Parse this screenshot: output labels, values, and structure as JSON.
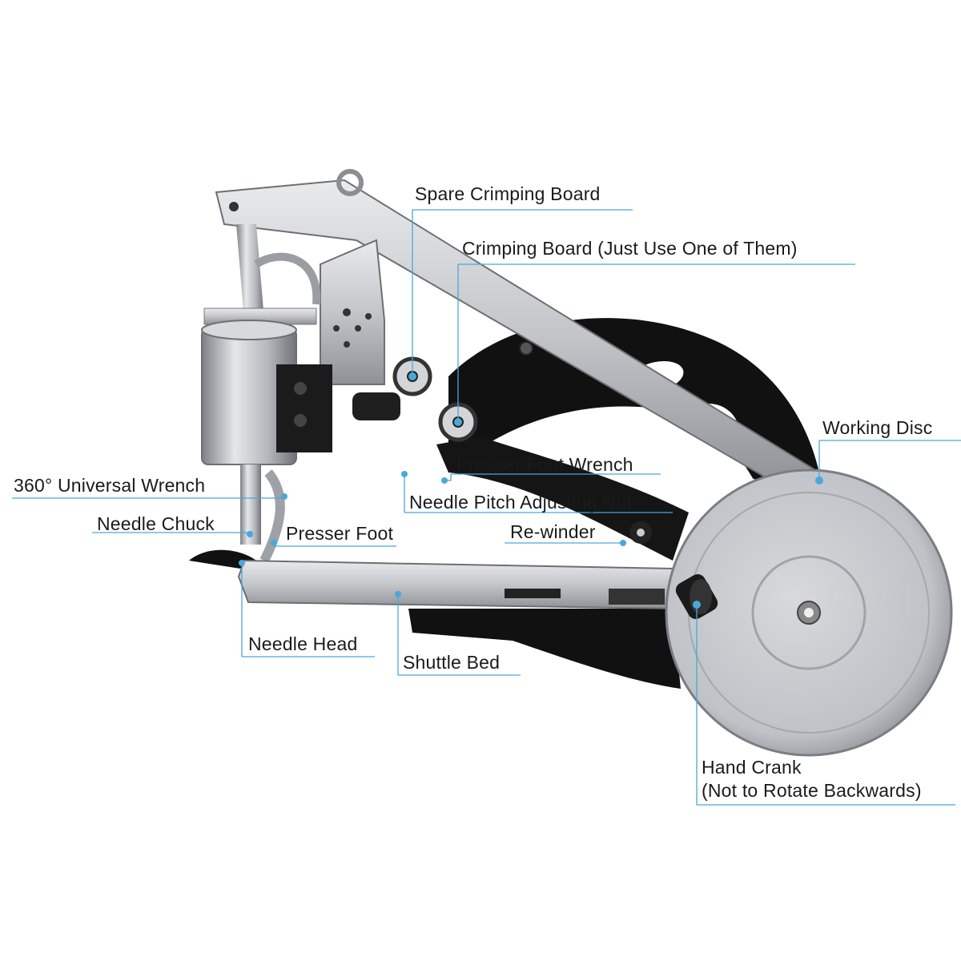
{
  "diagram": {
    "accent_color": "#4aa8d8",
    "labels": {
      "spare_crimping_board": "Spare Crimping Board",
      "crimping_board": "Crimping Board (Just Use One of Them)",
      "working_disc": "Working Disc",
      "presser_foot_wrench": "Presser Foot Wrench",
      "universal_wrench": "360° Universal Wrench",
      "needle_pitch_nut": "Needle Pitch Adjusting Nut",
      "needle_chuck": "Needle Chuck",
      "presser_foot": "Presser Foot",
      "re_winder": "Re-winder",
      "needle_head": "Needle Head",
      "shuttle_bed": "Shuttle Bed",
      "hand_crank": "Hand Crank\n(Not to Rotate Backwards)"
    }
  }
}
